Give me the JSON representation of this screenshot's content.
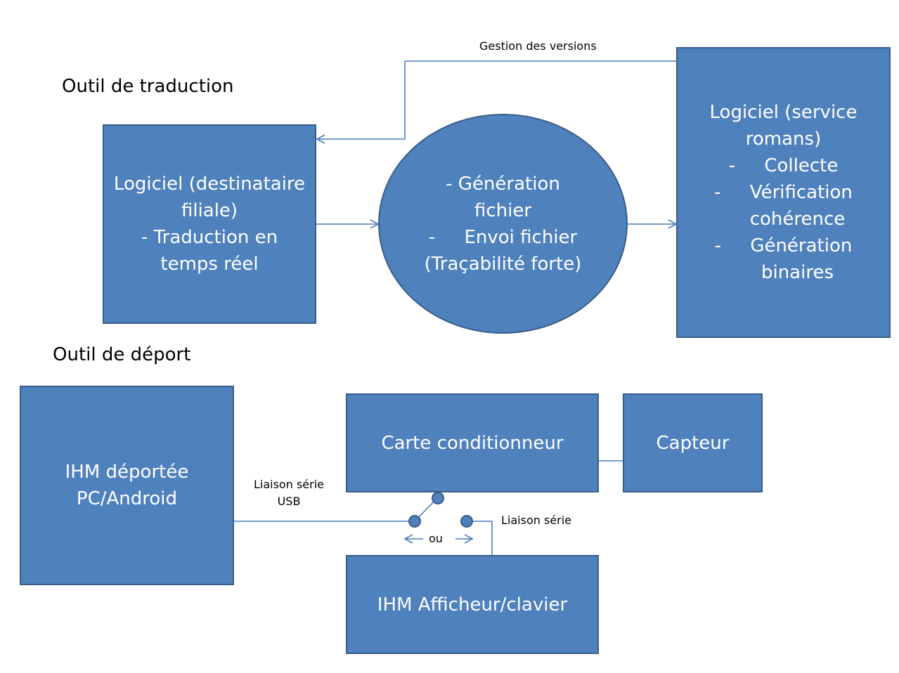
{
  "sections": {
    "translation_tool": "Outil de traduction",
    "deport_tool": "Outil de déport"
  },
  "nodes": {
    "logiciel_filiale": [
      "Logiciel (destinataire",
      "filiale)",
      "- Traduction en",
      "temps réel"
    ],
    "generation_fichier": [
      "- Génération",
      "fichier",
      "-     Envoi fichier",
      "(Traçabilité forte)"
    ],
    "logiciel_service": [
      "Logiciel (service",
      "romans)",
      "-     Collecte",
      "-     Vérification",
      "cohérence",
      "-     Génération",
      "binaires"
    ],
    "ihm_deportee": [
      "IHM déportée",
      "PC/Android"
    ],
    "carte_conditionneur": "Carte conditionneur",
    "capteur": "Capteur",
    "ihm_afficheur": "IHM Afficheur/clavier"
  },
  "labels": {
    "gestion_versions": "Gestion des versions",
    "liaison_usb": [
      "Liaison série",
      "USB"
    ],
    "liaison_serie": "Liaison série",
    "ou": "ou"
  },
  "colors": {
    "fill": "#4f81bd",
    "border": "#385d8a",
    "connector": "#4a7ebb",
    "text_on_fill": "#ffffff"
  }
}
